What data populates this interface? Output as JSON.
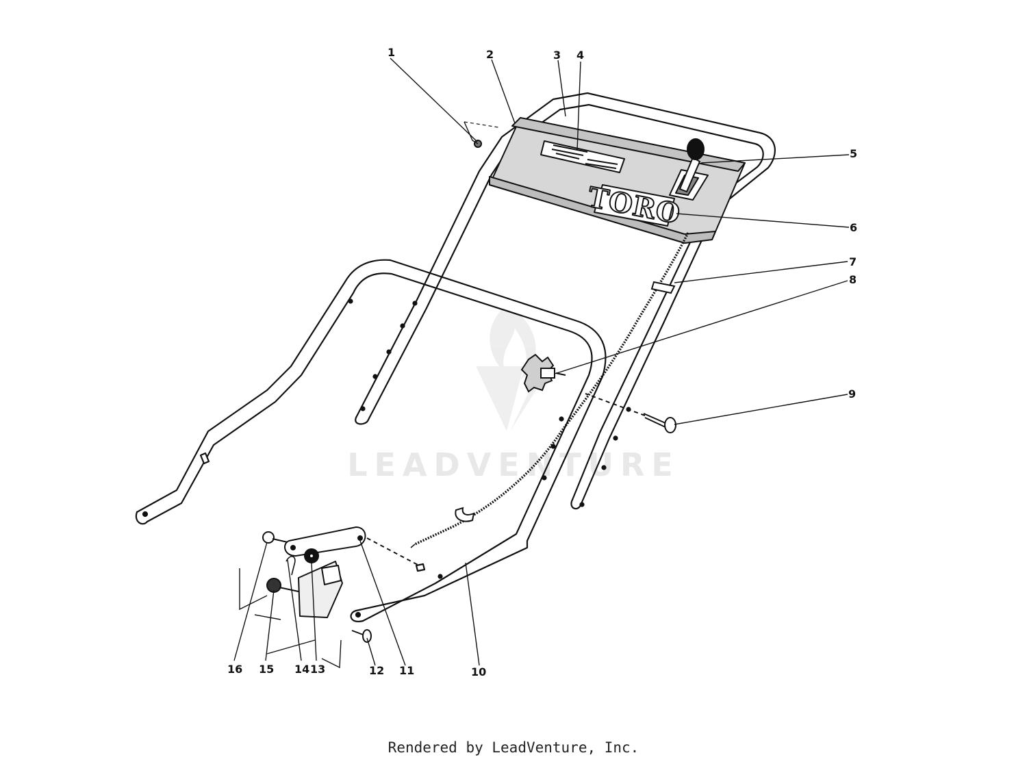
{
  "diagram": {
    "brand_logo": "TORO",
    "watermark": "LEADVENTURE",
    "callouts": [
      {
        "id": "1",
        "label": "1"
      },
      {
        "id": "2",
        "label": "2"
      },
      {
        "id": "3",
        "label": "3"
      },
      {
        "id": "4",
        "label": "4"
      },
      {
        "id": "5",
        "label": "5"
      },
      {
        "id": "6",
        "label": "6"
      },
      {
        "id": "7",
        "label": "7"
      },
      {
        "id": "8",
        "label": "8"
      },
      {
        "id": "9",
        "label": "9"
      },
      {
        "id": "10",
        "label": "10"
      },
      {
        "id": "11",
        "label": "11"
      },
      {
        "id": "12",
        "label": "12"
      },
      {
        "id": "13",
        "label": "13"
      },
      {
        "id": "14",
        "label": "14"
      },
      {
        "id": "15",
        "label": "15"
      },
      {
        "id": "16",
        "label": "16"
      }
    ]
  },
  "footer": {
    "text": "Rendered by LeadVenture, Inc."
  }
}
